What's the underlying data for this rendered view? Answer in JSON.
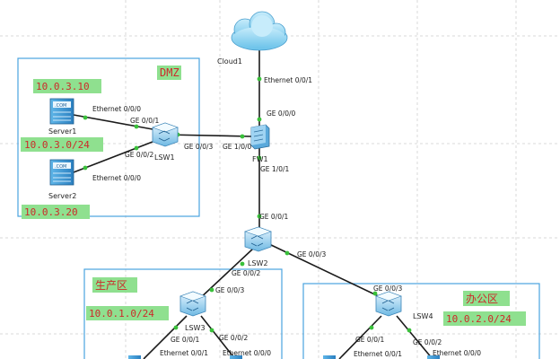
{
  "devices": {
    "cloud1": {
      "label": "Cloud1",
      "icon": "cloud-icon"
    },
    "fw1": {
      "label": "FW1",
      "icon": "firewall-icon"
    },
    "lsw1": {
      "label": "LSW1",
      "icon": "switch-icon"
    },
    "lsw2": {
      "label": "LSW2",
      "icon": "switch-icon"
    },
    "lsw3": {
      "label": "LSW3",
      "icon": "switch-icon"
    },
    "lsw4": {
      "label": "LSW4",
      "icon": "switch-icon"
    },
    "server1": {
      "label": "Server1",
      "icon": "server-icon"
    },
    "server2": {
      "label": "Server2",
      "icon": "server-icon"
    }
  },
  "ports": {
    "cloud_eth001": "Ethernet 0/0/1",
    "fw_ge000": "GE 0/0/0",
    "fw_ge100": "GE 1/0/0",
    "fw_ge101": "GE 1/0/1",
    "lsw1_ge003": "GE 0/0/3",
    "lsw1_ge001": "GE 0/0/1",
    "lsw1_ge002": "GE 0/0/2",
    "server1_eth000": "Ethernet 0/0/0",
    "server2_eth000": "Ethernet 0/0/0",
    "lsw2_ge001": "GE 0/0/1",
    "lsw2_ge002": "GE 0/0/2",
    "lsw2_ge003": "GE 0/0/3",
    "lsw3_ge003": "GE 0/0/3",
    "lsw3_ge001": "GE 0/0/1",
    "lsw3_ge002": "GE 0/0/2",
    "lsw3_pc1_eth": "Ethernet 0/0/1",
    "lsw3_pc2_eth": "Ethernet 0/0/0",
    "lsw4_ge003": "GE 0/0/3",
    "lsw4_ge001": "GE 0/0/1",
    "lsw4_ge002": "GE 0/0/2",
    "lsw4_pc1_eth": "Ethernet 0/0/1",
    "lsw4_pc2_eth": "Ethernet 0/0/0"
  },
  "zones": {
    "dmz": {
      "name": "DMZ",
      "server1_ip": "10.0.3.10",
      "subnet": "10.0.3.0/24",
      "server2_ip": "10.0.3.20"
    },
    "production": {
      "name": "生产区",
      "subnet": "10.0.1.0/24"
    },
    "office": {
      "name": "办公区",
      "subnet": "10.0.2.0/24"
    }
  },
  "colors": {
    "tag_background": "#8fe08f",
    "tag_text": "#cc2a2a",
    "area_border": "#4aa3df",
    "port_dot": "#39c03a",
    "cloud": "#8fd3f0"
  }
}
